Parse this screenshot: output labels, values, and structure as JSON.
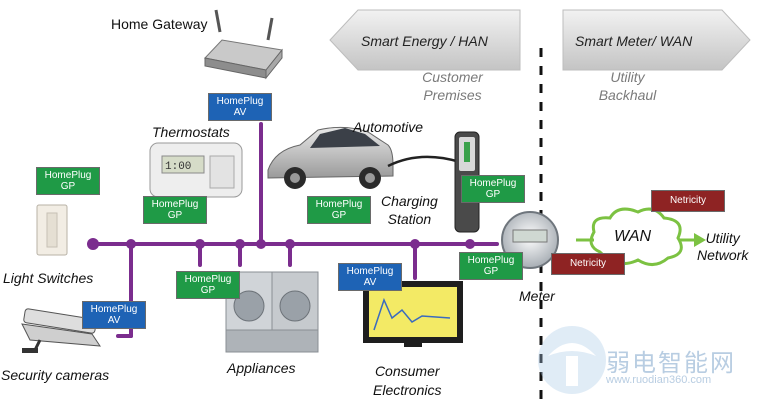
{
  "labels": {
    "home_gateway": "Home Gateway",
    "thermostats": "Thermostats",
    "automotive": "Automotive",
    "charging_station": "Charging\nStation",
    "light_switches": "Light Switches",
    "security_cameras": "Security cameras",
    "appliances": "Appliances",
    "consumer_electronics": "Consumer\nElectronics",
    "meter": "Meter",
    "wan": "WAN",
    "utility_network": "Utility\nNetwork",
    "customer_premises": "Customer\nPremises",
    "utility_backhaul": "Utility\nBackhaul"
  },
  "arrows": {
    "left": "Smart Energy / HAN",
    "right": "Smart Meter/ WAN"
  },
  "badges": {
    "homeplug_av": "HomePlug\nAV",
    "homeplug_gp": "HomePlug\nGP",
    "netricity": "Netricity"
  },
  "watermark": {
    "chinese": "弱电智能网",
    "url": "www.ruodian360.com"
  },
  "colors": {
    "bus_line": "#7b2d8e",
    "homeplug_gp": "#1f9a46",
    "homeplug_av": "#1e63b5",
    "netricity": "#8e2323",
    "wan_arrow": "#7cc242",
    "arrow_fill": "#d9d9d9"
  }
}
